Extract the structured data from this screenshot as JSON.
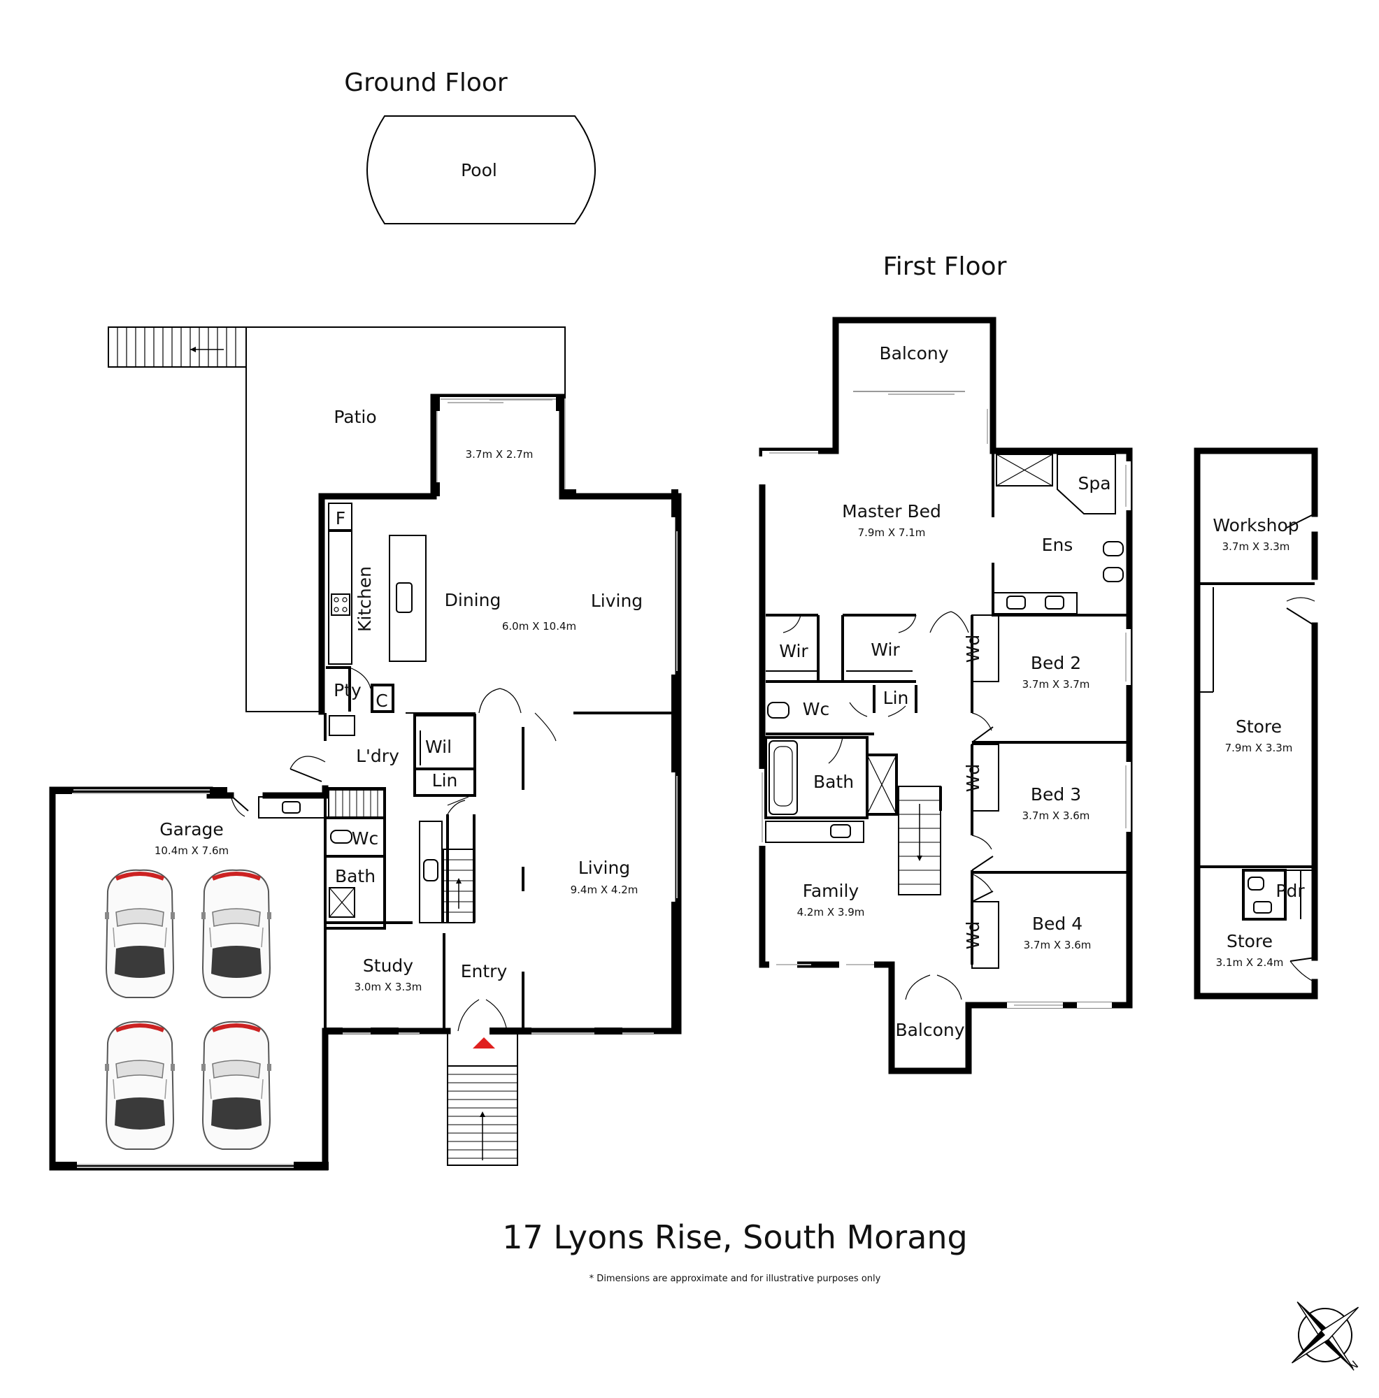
{
  "headings": {
    "ground_floor": "Ground Floor",
    "first_floor": "First Floor"
  },
  "ground_floor": {
    "pool": "Pool",
    "patio": "Patio",
    "alfresco_dims": "3.7m X 2.7m",
    "kitchen": "Kitchen",
    "fridge": "F",
    "dining": "Dining",
    "dining_dims": "6.0m X 10.4m",
    "living_upper": "Living",
    "pantry": "Pty",
    "cupboard": "C",
    "laundry": "L'dry",
    "wil": "Wil",
    "lin": "Lin",
    "wc": "Wc",
    "bath": "Bath",
    "garage": "Garage",
    "garage_dims": "10.4m X 7.6m",
    "living_lower": "Living",
    "living_lower_dims": "9.4m X 4.2m",
    "study": "Study",
    "study_dims": "3.0m X 3.3m",
    "entry": "Entry"
  },
  "first_floor": {
    "balcony_top": "Balcony",
    "master_bed": "Master Bed",
    "master_bed_dims": "7.9m X 7.1m",
    "spa": "Spa",
    "ensuite": "Ens",
    "wir_1": "Wir",
    "wir_2": "Wir",
    "wc": "Wc",
    "lin": "Lin",
    "bath": "Bath",
    "bed2": "Bed 2",
    "bed2_dims": "3.7m X 3.7m",
    "bed3": "Bed 3",
    "bed3_dims": "3.7m X 3.6m",
    "bed4": "Bed 4",
    "bed4_dims": "3.7m X 3.6m",
    "wd_1": "Wd",
    "wd_2": "Wd",
    "wd_3": "Wd",
    "family": "Family",
    "family_dims": "4.2m X 3.9m",
    "balcony_bottom": "Balcony"
  },
  "outbuilding": {
    "workshop": "Workshop",
    "workshop_dims": "3.7m X 3.3m",
    "store": "Store",
    "store_dims": "7.9m X 3.3m",
    "pdr": "Pdr",
    "store_small": "Store",
    "store_small_dims": "3.1m X 2.4m"
  },
  "footer": {
    "address": "17 Lyons Rise, South Morang",
    "disclaimer": "* Dimensions are approximate and for illustrative purposes only"
  },
  "compass": {
    "icon": "north-arrow-icon",
    "label": "N"
  },
  "colors": {
    "walls": "#000000",
    "entry_marker": "#e0201f",
    "car_glass": "#3a3a3a",
    "car_lights": "#cc2222"
  }
}
